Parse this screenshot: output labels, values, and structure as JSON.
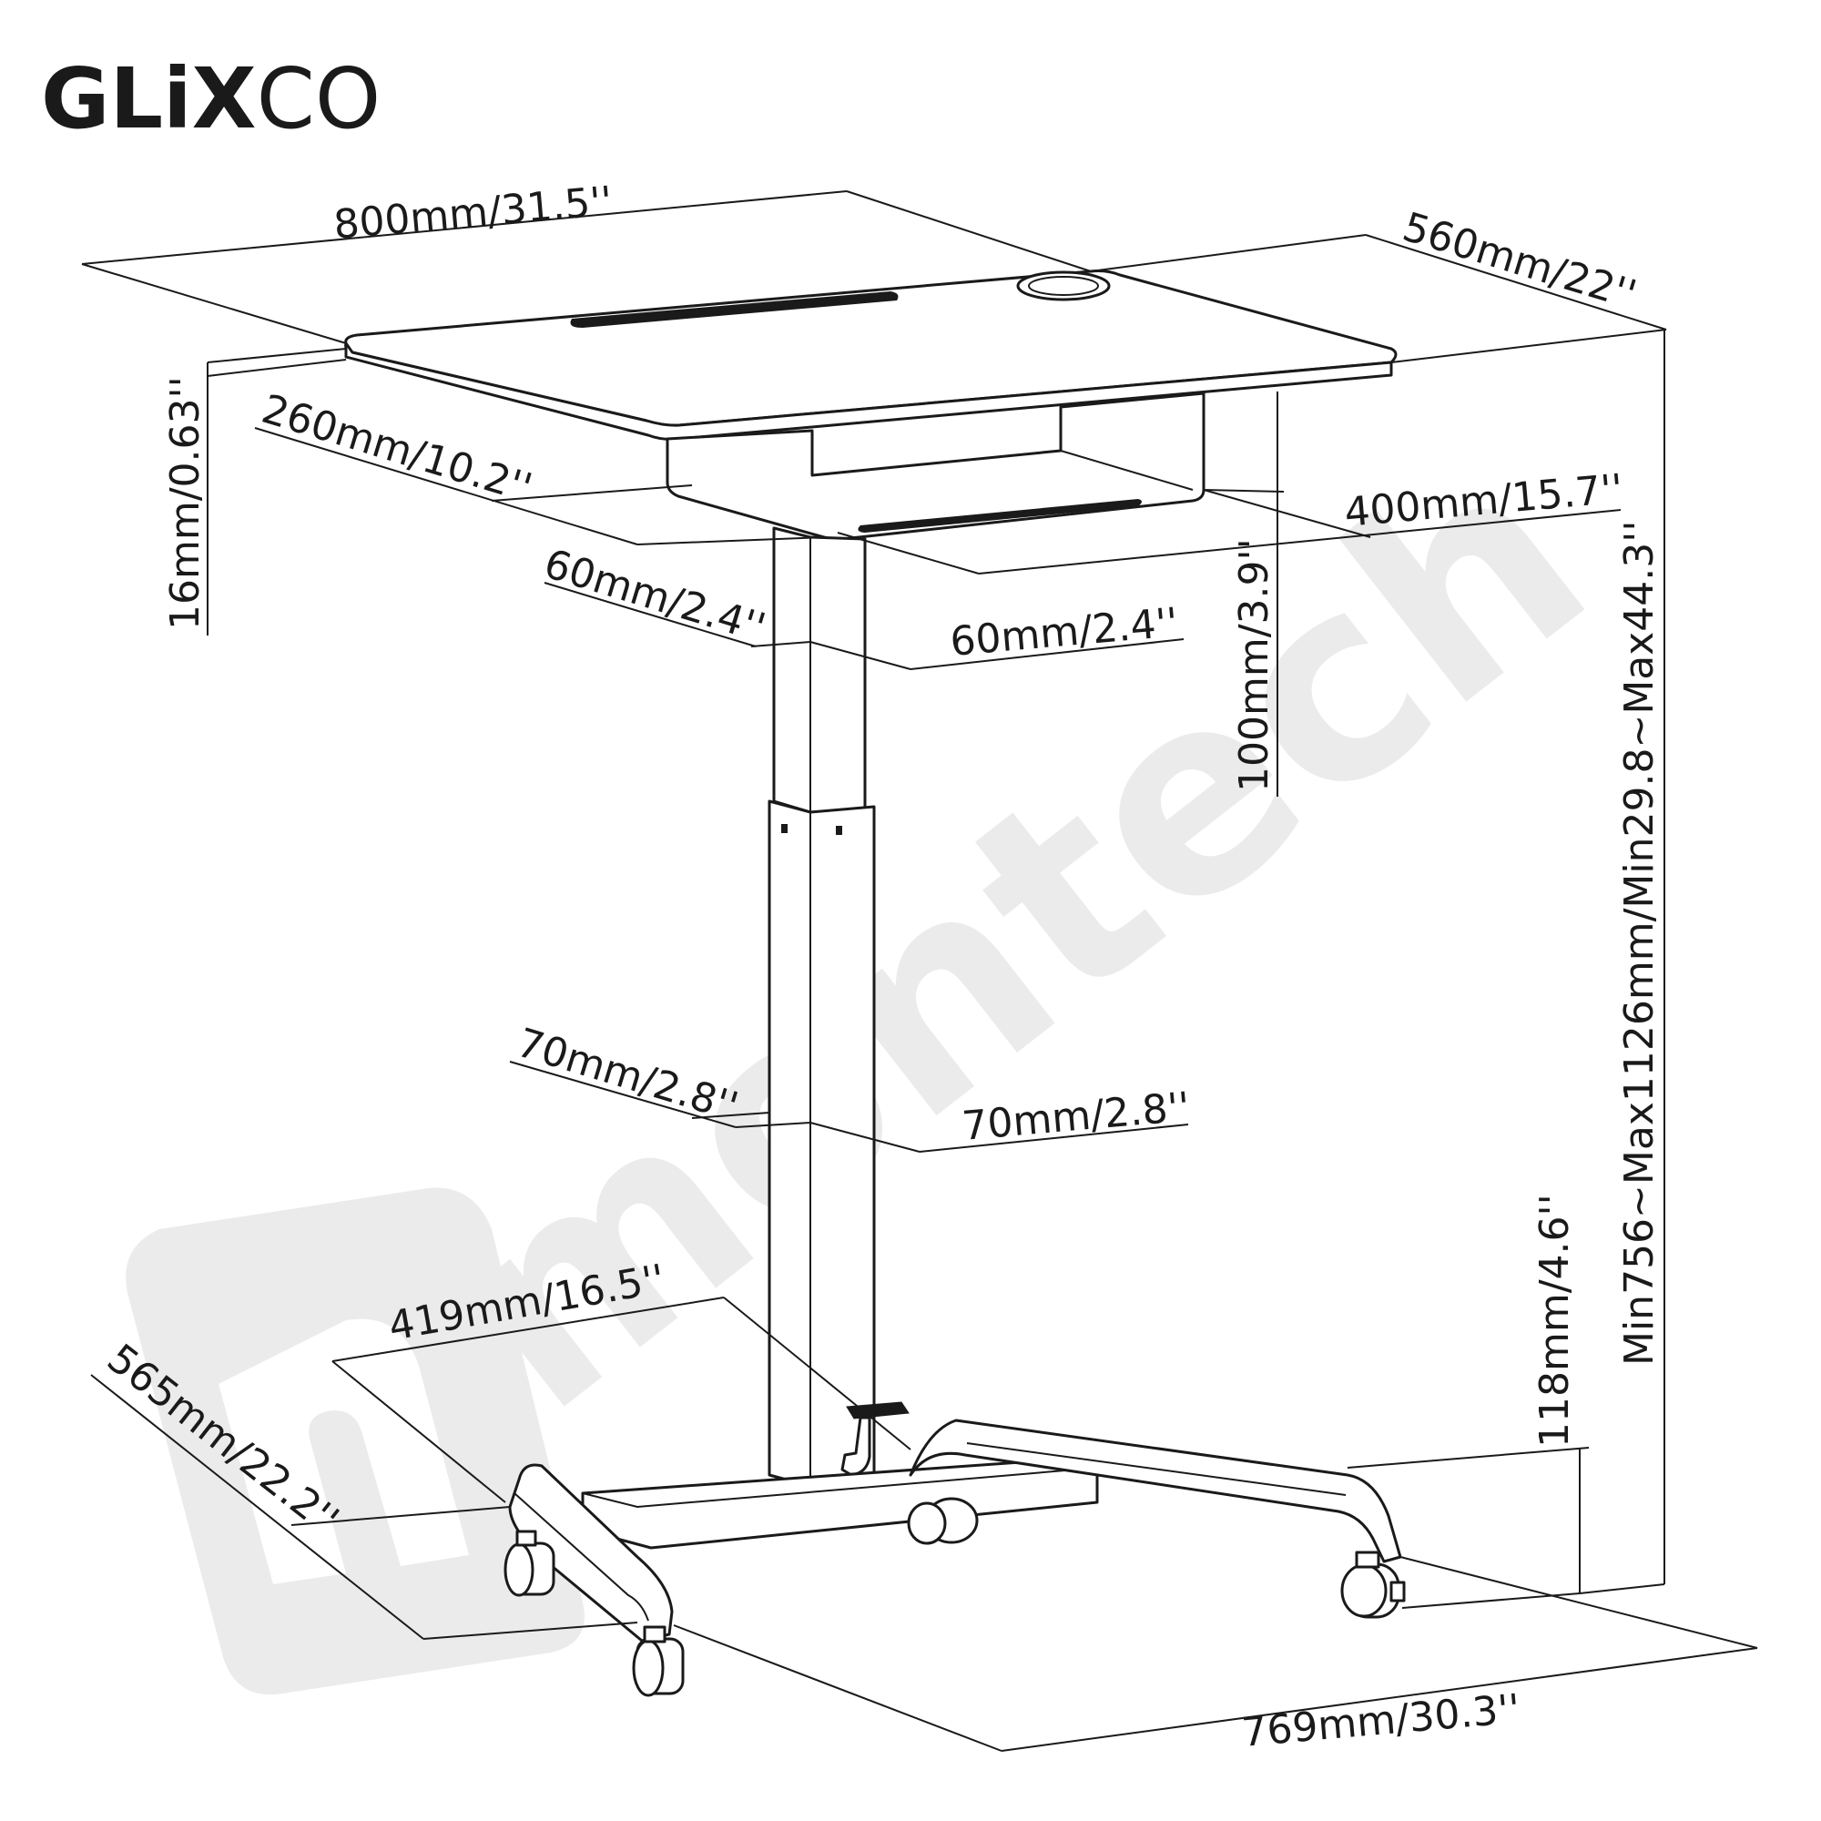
{
  "brand": {
    "logo_bold": "GLiX",
    "logo_light": "CO",
    "logo_color": "#1a1a1a"
  },
  "watermark": {
    "text": "montech",
    "color": "#ebebeb"
  },
  "dimensions": {
    "desk_width": "800mm/31.5''",
    "desk_depth": "560mm/22''",
    "top_thickness": "16mm/0.63''",
    "frame_depth": "260mm/10.2''",
    "frame_width": "400mm/15.7''",
    "upper_column_depth": "60mm/2.4''",
    "upper_column_width": "60mm/2.4''",
    "frame_height": "100mm/3.9''",
    "lower_column_depth": "70mm/2.8''",
    "lower_column_width": "70mm/2.8''",
    "base_depth": "419mm/16.5''",
    "base_side": "565mm/22.2''",
    "base_height": "118mm/4.6''",
    "base_width": "769mm/30.3''",
    "total_height": "Min756~Max1126mm/Min29.8~Max44.3''"
  }
}
